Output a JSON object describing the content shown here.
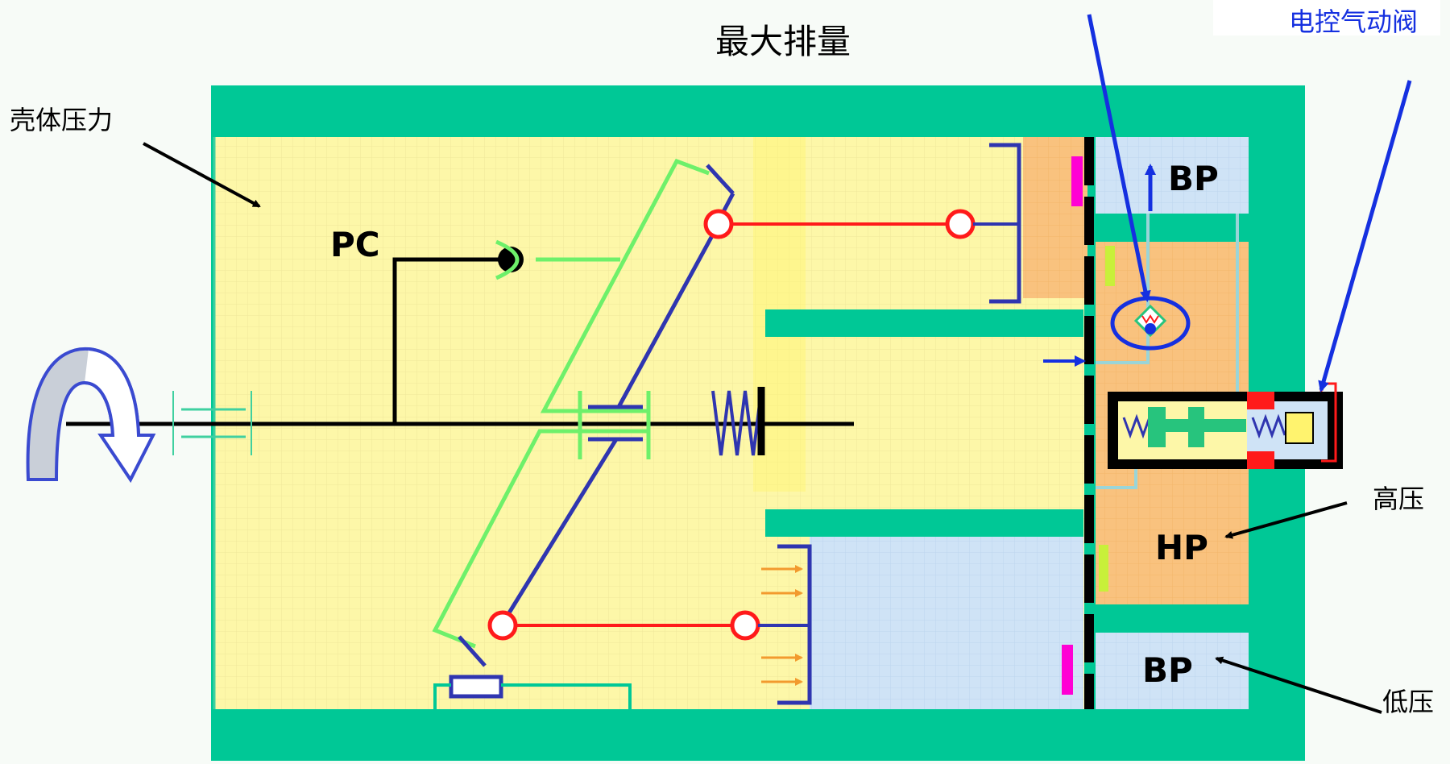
{
  "title": "最大排量",
  "labels": {
    "housing_pressure": "壳体压力",
    "pc": "PC",
    "bp_top": "BP",
    "bp_bottom": "BP",
    "hp": "HP",
    "high_pressure": "高压",
    "low_pressure": "低压",
    "solenoid_valve": "电控气动阀"
  },
  "colors": {
    "housing": "#00c896",
    "crankcase": "#fdf7a8",
    "orange_zone": "#f9c27e",
    "blue_zone": "#cfe3f6",
    "link_red": "#ff1a1a",
    "link_blue": "#2f35b0",
    "link_green": "#6ef06a",
    "arrow_blue": "#1530e0",
    "rotation_blue": "#3a4ad0",
    "magenta": "#ff00d4",
    "flow_orange": "#f29a2e",
    "black": "#000000"
  }
}
